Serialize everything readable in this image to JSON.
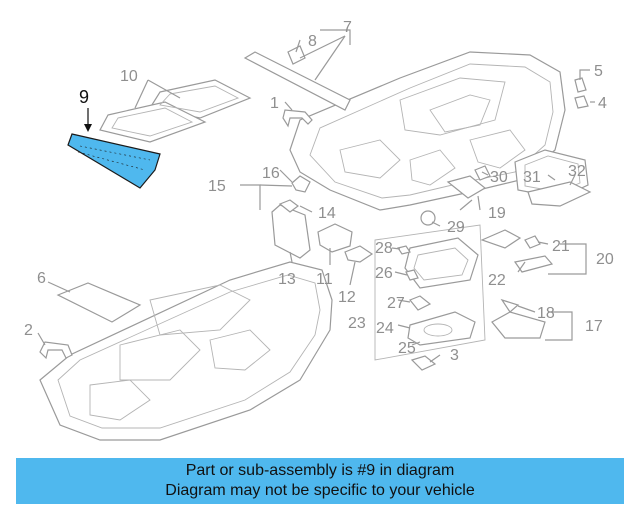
{
  "banner": {
    "line1": "Part or sub-assembly is #9 in diagram",
    "line2": "Diagram may not be specific to your vehicle"
  },
  "highlight": {
    "part_number": "9",
    "color": "#4fb8ee"
  },
  "callouts": [
    "1",
    "2",
    "3",
    "4",
    "5",
    "6",
    "7",
    "8",
    "9",
    "10",
    "11",
    "12",
    "13",
    "14",
    "15",
    "16",
    "17",
    "18",
    "19",
    "20",
    "21",
    "22",
    "23",
    "24",
    "25",
    "26",
    "27",
    "28",
    "29",
    "30",
    "31",
    "32"
  ]
}
